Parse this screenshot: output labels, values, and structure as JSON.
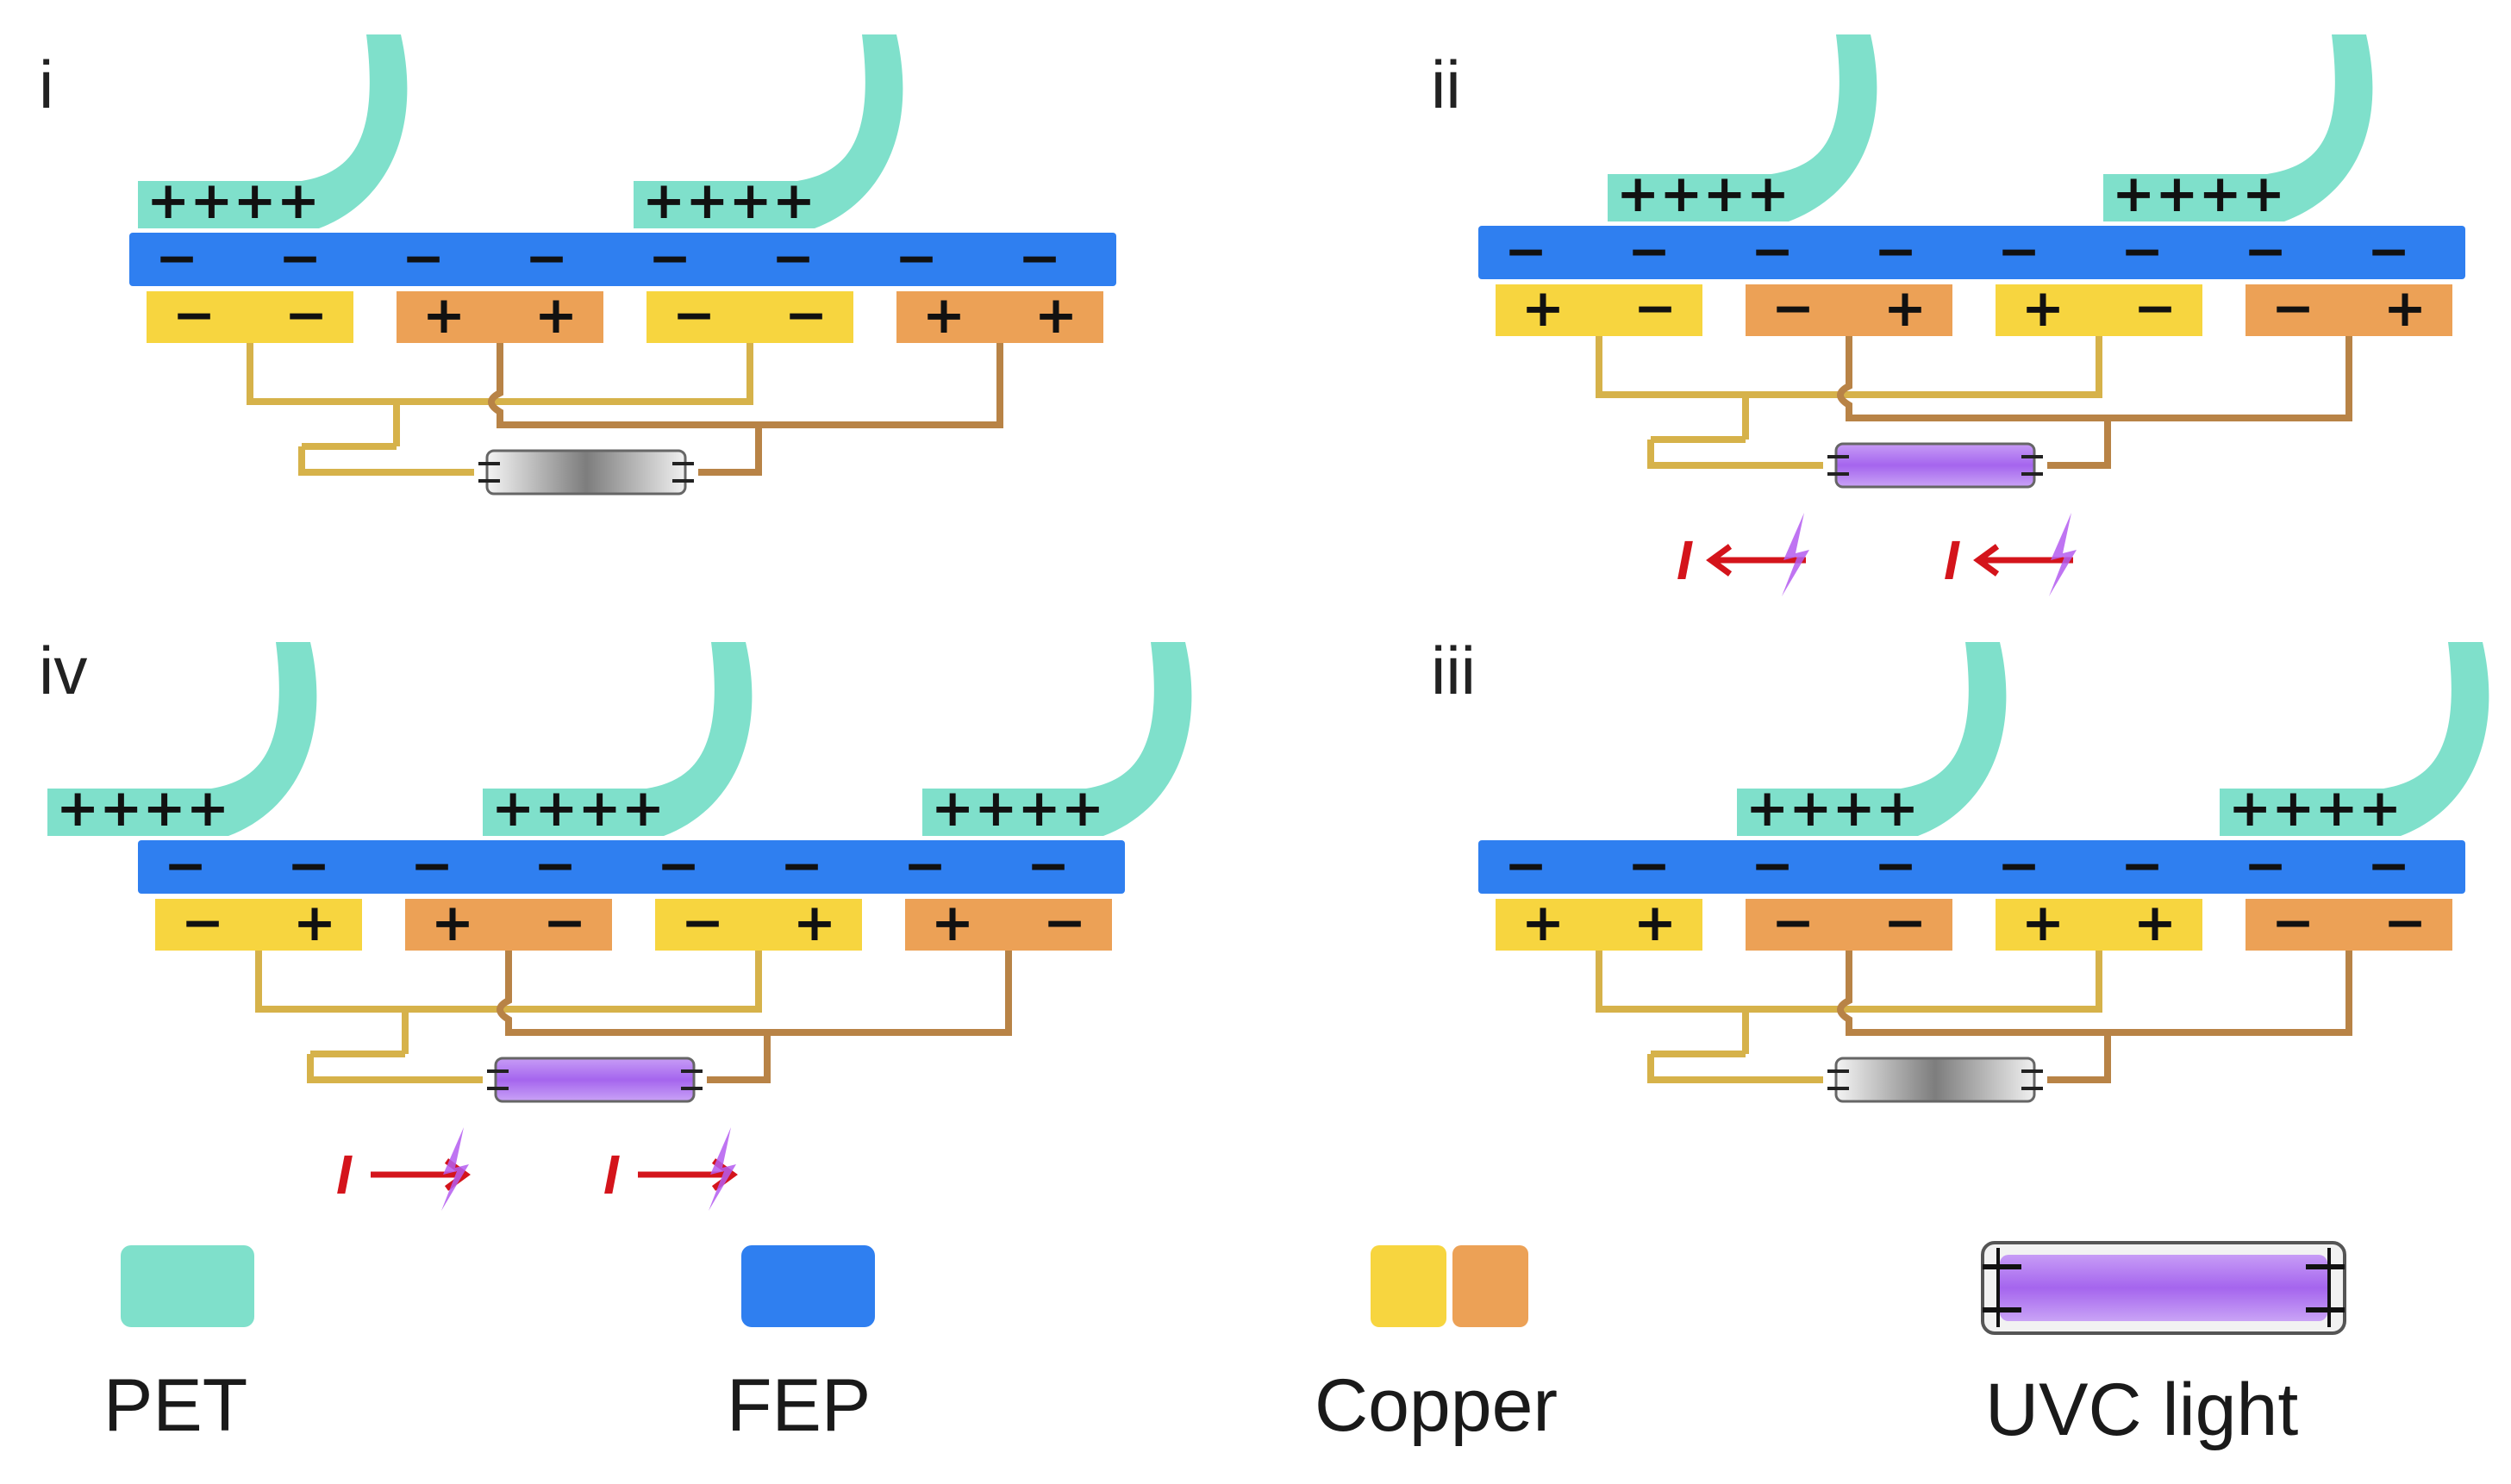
{
  "colors": {
    "pet": "#7fe0cb",
    "fep": "#2f7ff0",
    "copper_light": "#f7d53f",
    "copper_dark": "#eca156",
    "wire_light": "#d6b24a",
    "wire_dark": "#b88346",
    "uvc_on": "#b27cf0",
    "uvc_off": "#9a9a9a",
    "current_arrow": "#d4141b",
    "spark": "#b45cf0"
  },
  "panels": [
    {
      "label": "i",
      "pet_signs": [
        "++++",
        "++++"
      ],
      "fep_signs": [
        "−",
        "−",
        "−",
        "−",
        "−",
        "−",
        "−",
        "−"
      ],
      "copper_signs": [
        [
          "−",
          "−"
        ],
        [
          "+",
          "+"
        ],
        [
          "−",
          "−"
        ],
        [
          "+",
          "+"
        ]
      ],
      "lamp_on": false,
      "current_label": "",
      "current_direction": "none"
    },
    {
      "label": "ii",
      "pet_signs": [
        "++++",
        "++++"
      ],
      "fep_signs": [
        "−",
        "−",
        "−",
        "−",
        "−",
        "−",
        "−",
        "−"
      ],
      "copper_signs": [
        [
          "+",
          "−"
        ],
        [
          "−",
          "+"
        ],
        [
          "+",
          "−"
        ],
        [
          "−",
          "+"
        ]
      ],
      "lamp_on": true,
      "current_label": "I",
      "current_direction": "left"
    },
    {
      "label": "iv",
      "pet_signs": [
        "++++",
        "++++",
        "++++"
      ],
      "fep_signs": [
        "−",
        "−",
        "−",
        "−",
        "−",
        "−",
        "−",
        "−"
      ],
      "copper_signs": [
        [
          "−",
          "+"
        ],
        [
          "+",
          "−"
        ],
        [
          "−",
          "+"
        ],
        [
          "+",
          "−"
        ]
      ],
      "lamp_on": true,
      "current_label": "I",
      "current_direction": "right"
    },
    {
      "label": "iii",
      "pet_signs": [
        "++++",
        "++++"
      ],
      "fep_signs": [
        "−",
        "−",
        "−",
        "−",
        "−",
        "−",
        "−",
        "−"
      ],
      "copper_signs": [
        [
          "+",
          "+"
        ],
        [
          "−",
          "−"
        ],
        [
          "+",
          "+"
        ],
        [
          "−",
          "−"
        ]
      ],
      "lamp_on": false,
      "current_label": "",
      "current_direction": "none"
    }
  ],
  "legend": [
    {
      "label": "PET",
      "swatch": "pet"
    },
    {
      "label": "FEP",
      "swatch": "fep"
    },
    {
      "label": "Copper",
      "swatch": "copper"
    },
    {
      "label": "UVC light",
      "swatch": "uvc"
    }
  ]
}
